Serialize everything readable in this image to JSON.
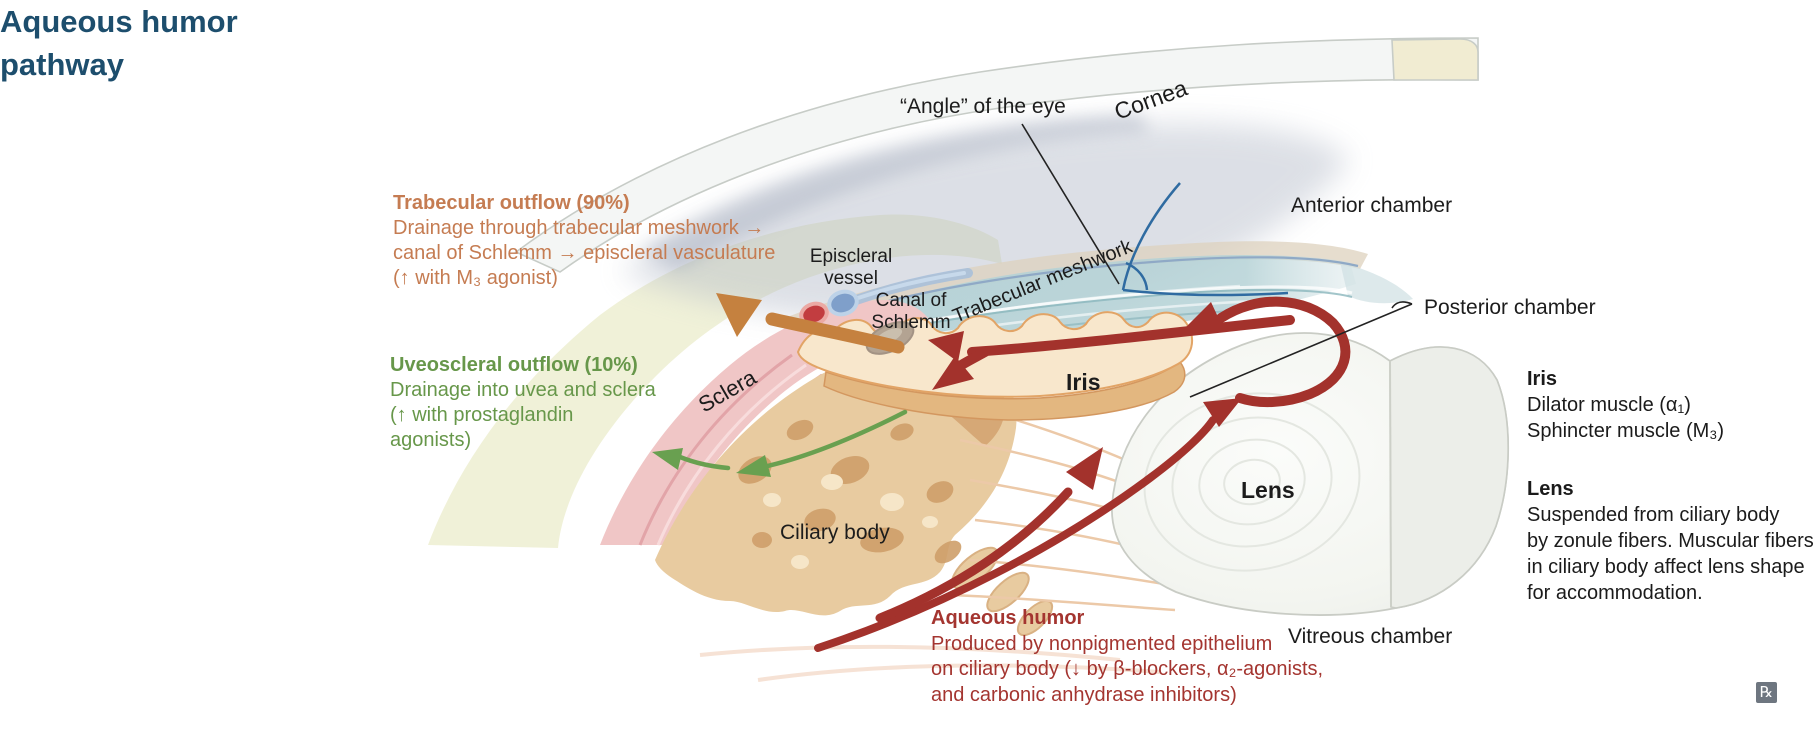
{
  "title": {
    "line1": "Aqueous humor",
    "line2": "pathway"
  },
  "colors": {
    "title_blue": "#1d4e6d",
    "trabecular_orange_heading": "#bd6f41",
    "trabecular_orange_body": "#c57c52",
    "uveoscleral_green_heading": "#4c893b",
    "uveoscleral_green_body": "#67974a",
    "aqueous_red_heading": "#9d2b26",
    "aqueous_red_body": "#a43530",
    "arrow_red": "#a3322c",
    "arrow_orange": "#c5813f",
    "arrow_green": "#69a050",
    "label_black": "#1c1c1c",
    "sclera_fill": "#f0f1d8",
    "cornea_fill": "#f4f6f5",
    "meshwork_teal": "#b5d2d6",
    "iris_cream": "#f8e7cc",
    "ciliary_tan": "#e8cba0"
  },
  "blocks": {
    "trabecular": {
      "heading": "Trabecular outflow (90%)",
      "lines": [
        "Drainage through trabecular meshwork →",
        "canal of Schlemm → episcleral vasculature",
        "(↑ with M₃ agonist)"
      ]
    },
    "uveoscleral": {
      "heading": "Uveoscleral outflow (10%)",
      "lines": [
        "Drainage into uvea and sclera",
        "(↑ with prostaglandin",
        "agonists)"
      ]
    },
    "aqueous_humor": {
      "heading": "Aqueous humor",
      "lines": [
        "Produced by nonpigmented epithelium",
        "on ciliary body (↓ by β-blockers, α₂-agonists,",
        "and carbonic anhydrase inhibitors)"
      ]
    },
    "iris_info": {
      "heading": "Iris",
      "lines": [
        "Dilator muscle (α₁)",
        "Sphincter muscle (M₃)"
      ]
    },
    "lens_info": {
      "heading": "Lens",
      "lines": [
        "Suspended from ciliary body",
        "by zonule fibers. Muscular fibers",
        "in ciliary body affect lens shape",
        "for accommodation."
      ]
    }
  },
  "diagram_labels": {
    "angle_of_eye": "“Angle” of the eye",
    "cornea": "Cornea",
    "anterior_chamber": "Anterior chamber",
    "episcleral_vessel_1": "Episcleral",
    "episcleral_vessel_2": "vessel",
    "canal_of_schlemm_1": "Canal of",
    "canal_of_schlemm_2": "Schlemm",
    "trabecular_meshwork": "Trabecular meshwork",
    "posterior_chamber": "Posterior chamber",
    "iris": "Iris",
    "sclera": "Sclera",
    "lens": "Lens",
    "ciliary_body": "Ciliary body",
    "vitreous_chamber": "Vitreous chamber"
  },
  "footer": {
    "rx_symbol": "℞"
  }
}
